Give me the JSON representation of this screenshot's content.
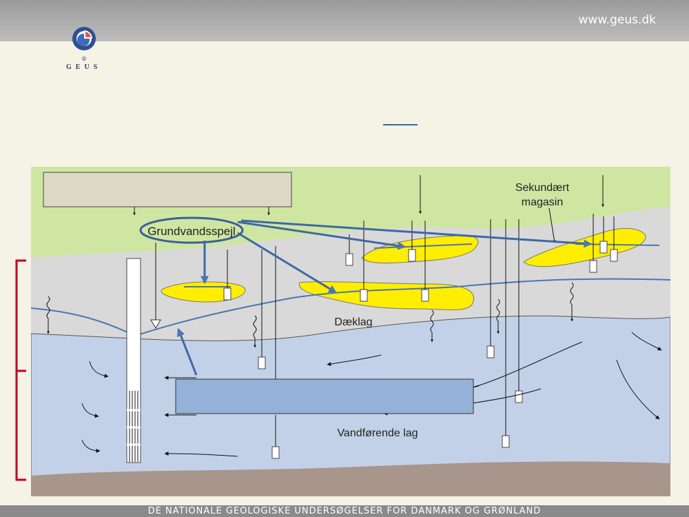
{
  "header": {
    "url": "www.geus.dk",
    "logo_text": "GEUS"
  },
  "diagram": {
    "labels": {
      "grundvandsspejl": "Grundvandsspejl",
      "sekundaert_line1": "Sekundært",
      "sekundaert_line2": "magasin",
      "daeklag": "Dæklag",
      "vandforende": "Vandførende lag"
    }
  },
  "footer": {
    "text": "DE NATIONALE GEOLOGISKE UNDERSØGELSER FOR DANMARK OG GRØNLAND"
  },
  "colors": {
    "green_layer": "#cfe6a2",
    "clay_layer": "#d9d9d9",
    "aquifer_layer": "#c3d1e8",
    "bedrock_layer": "#a8958c",
    "sand_lens": "#ffee00",
    "water_table": "#4a76b4",
    "bracket": "#c00020"
  }
}
